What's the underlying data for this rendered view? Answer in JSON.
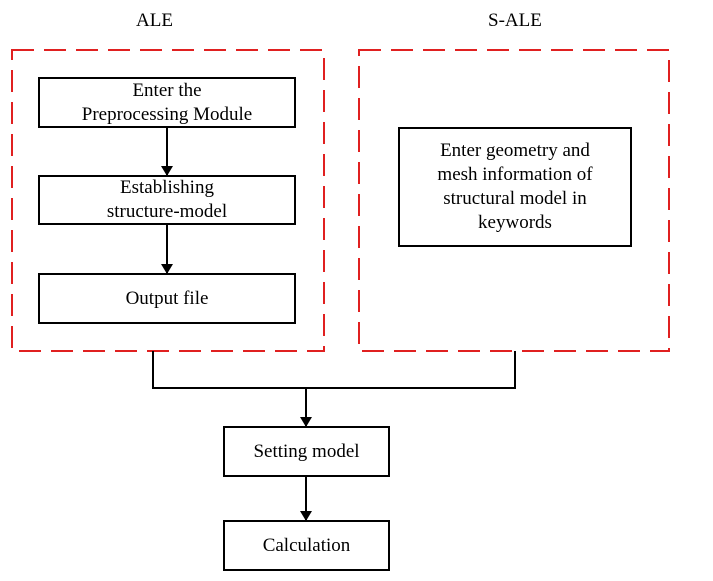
{
  "groups": {
    "ale": {
      "title": "ALE"
    },
    "sale": {
      "title": "S-ALE"
    }
  },
  "nodes": {
    "preprocessing": "Enter the\nPreprocessing Module",
    "establish": "Establishing\nstructure-model",
    "output": "Output file",
    "keywords": "Enter geometry and\nmesh information of\nstructural model in\nkeywords",
    "setting": "Setting model",
    "calculation": "Calculation"
  },
  "colors": {
    "group_border": "#e02020",
    "box_border": "#000000",
    "arrow": "#000000"
  }
}
